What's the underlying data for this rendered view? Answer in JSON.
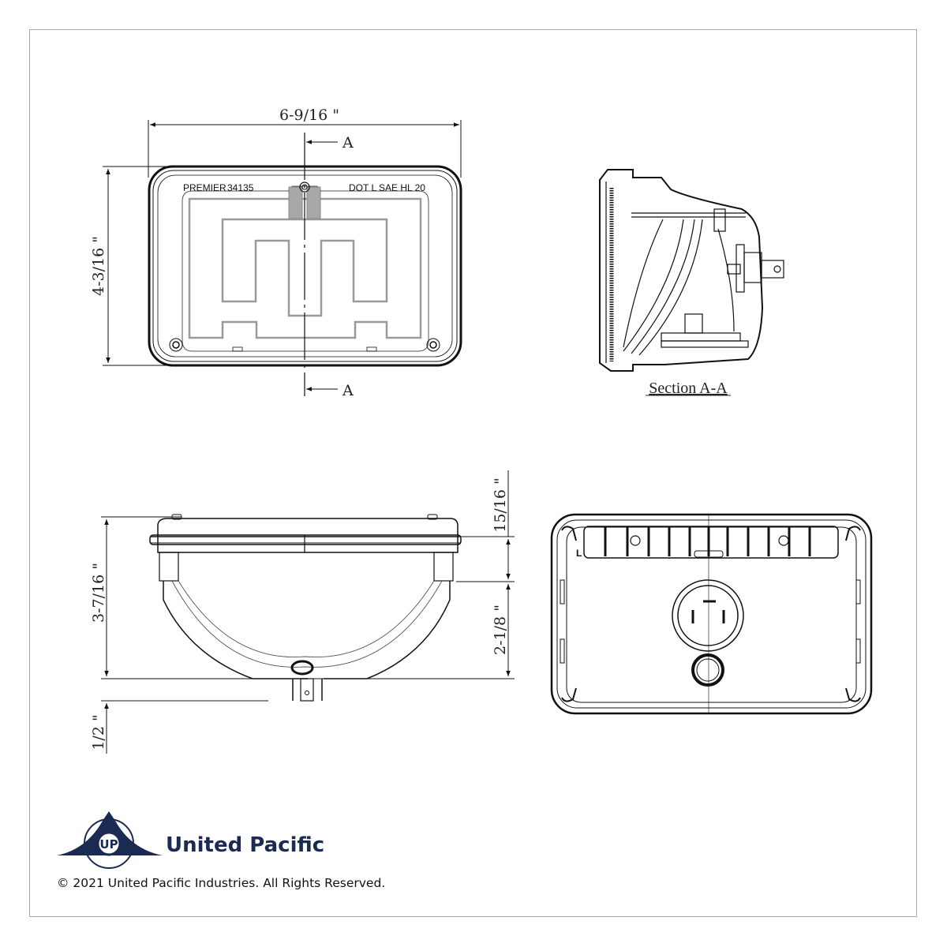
{
  "drawing": {
    "front_view": {
      "label_left": "PREMIER",
      "part_number": "34135",
      "label_right": "DOT L SAE HL 20",
      "dim_width": "6-9/16 \"",
      "dim_height": "4-3/16 \"",
      "section_marker_top": "A",
      "section_marker_bottom": "A"
    },
    "section_view": {
      "caption": "Section A-A"
    },
    "side_view": {
      "dim_total_depth": "3-7/16 \"",
      "dim_lens_depth": "15/16 \"",
      "dim_housing_depth": "2-1/8 \"",
      "dim_terminal_length": "1/2 \""
    },
    "rear_view": {
      "corner_mark": "L"
    }
  },
  "branding": {
    "company_name": "United Pacific",
    "logo_icon": "united-pacific-logo-icon",
    "copyright": "© 2021 United Pacific Industries. All Rights Reserved.",
    "brand_color": "#1b2a52"
  }
}
